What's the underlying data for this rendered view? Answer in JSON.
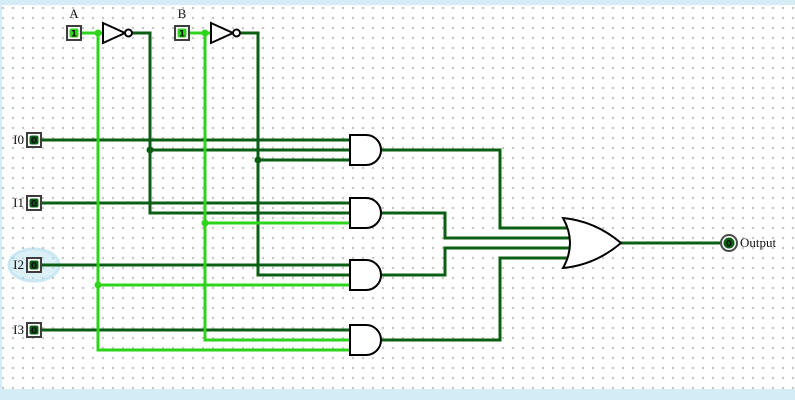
{
  "pins": {
    "select": [
      {
        "label": "A",
        "value": "1"
      },
      {
        "label": "B",
        "value": "1"
      }
    ],
    "data": [
      {
        "label": "I0",
        "value": "0"
      },
      {
        "label": "I1",
        "value": "0"
      },
      {
        "label": "I2",
        "value": "0"
      },
      {
        "label": "I3",
        "value": "0"
      }
    ],
    "output": {
      "label": "Output",
      "value": "0"
    }
  },
  "selection": {
    "target": "I2"
  },
  "colors": {
    "wire_high": "#2ed31c",
    "wire_low": "#0b5e14",
    "gate_stroke": "#000000",
    "pin_border": "#3d3d3d",
    "value_text_on_high": "#114611",
    "value_text_on_low": "#2ed31c",
    "selection_halo": "#bfe4f2",
    "canvas_edge": "#d3ecf6",
    "grid_dot": "#c4c4c4"
  }
}
